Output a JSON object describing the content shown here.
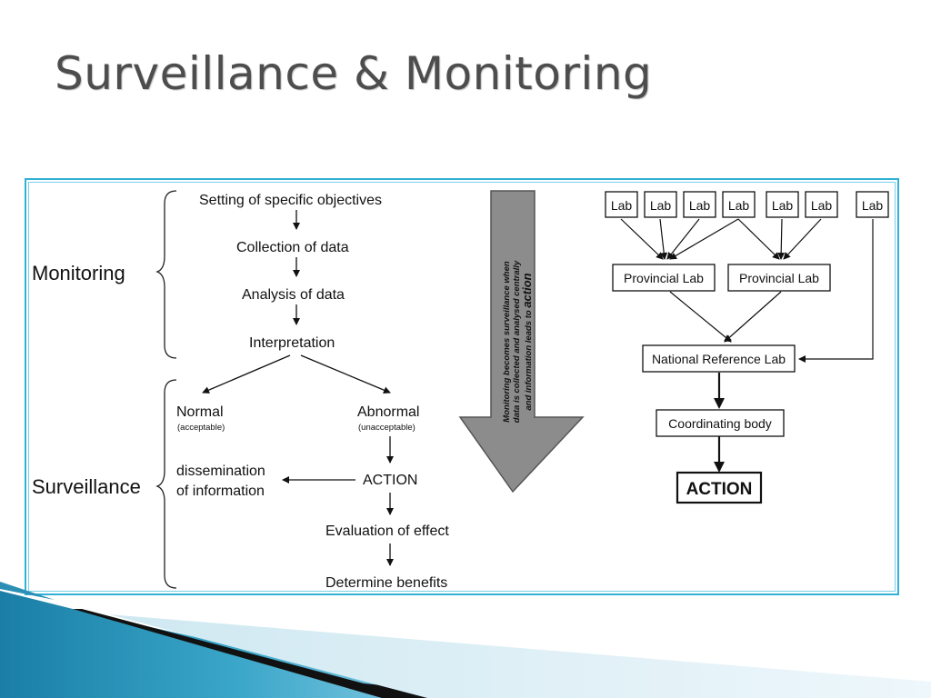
{
  "slide": {
    "title": "Surveillance & Monitoring"
  },
  "left_flow": {
    "group_monitoring": "Monitoring",
    "group_surveillance": "Surveillance",
    "step1": "Setting of specific objectives",
    "step2": "Collection of data",
    "step3": "Analysis of data",
    "step4": "Interpretation",
    "normal": "Normal",
    "normal_sub": "(acceptable)",
    "abnormal": "Abnormal",
    "abnormal_sub": "(unacceptable)",
    "dissemination_1": "dissemination",
    "dissemination_2": "of information",
    "action": "ACTION",
    "evaluation": "Evaluation of effect",
    "benefits": "Determine benefits"
  },
  "big_arrow": {
    "line1": "Monitoring becomes surveillance when",
    "line2": "data is collected and analysed centrally",
    "line3a": "and information leads to ",
    "line3b": "action"
  },
  "lab_network": {
    "labs": [
      "Lab",
      "Lab",
      "Lab",
      "Lab",
      "Lab",
      "Lab",
      "Lab"
    ],
    "provincial": [
      "Provincial Lab",
      "Provincial Lab"
    ],
    "national": "National Reference Lab",
    "coordinating": "Coordinating body",
    "action": "ACTION"
  },
  "colors": {
    "frame": "#2fb2d6",
    "title": "#4d4d4d",
    "arrow_fill": "#8c8c8c"
  }
}
